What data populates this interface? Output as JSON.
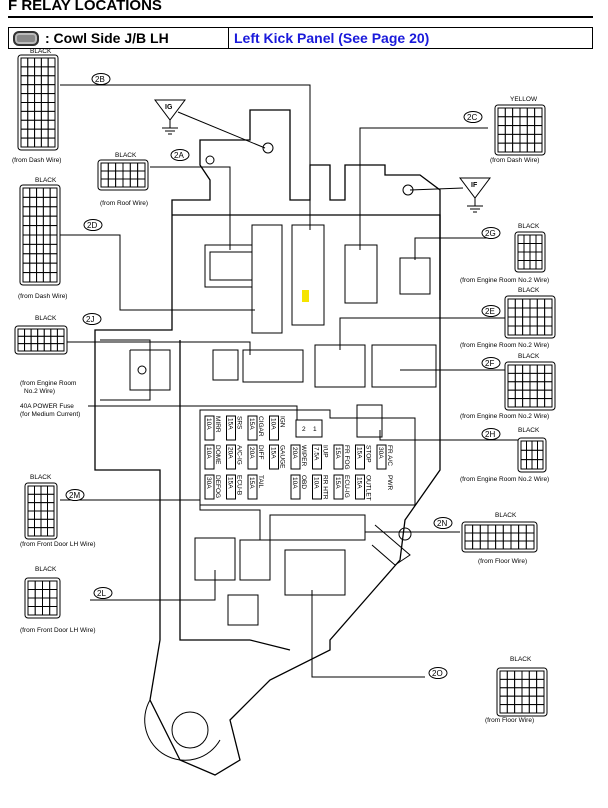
{
  "page": {
    "title": "F  RELAY LOCATIONS"
  },
  "header": {
    "location_name": ": Cowl Side J/B LH",
    "location_link": "Left Kick Panel (See Page 20)",
    "icon": "junction-block-icon",
    "link_color": "#1a1adb"
  },
  "grounds": {
    "ig": "IG",
    "if": "IF"
  },
  "connectors": {
    "c2B": {
      "id": "2B",
      "color": "BLACK",
      "from": "(from Dash Wire)"
    },
    "c2A": {
      "id": "2A",
      "color": "BLACK",
      "from": "(from Roof Wire)"
    },
    "c2C": {
      "id": "2C",
      "color": "YELLOW",
      "from": "(from Dash Wire)"
    },
    "c2D": {
      "id": "2D",
      "color": "BLACK",
      "from": "(from Dash Wire)"
    },
    "c2G": {
      "id": "2G",
      "color": "BLACK",
      "from": "(from Engine Room No.2 Wire)"
    },
    "c2E": {
      "id": "2E",
      "color": "BLACK",
      "from": "(from Engine Room No.2 Wire)"
    },
    "c2J": {
      "id": "2J",
      "color": "BLACK",
      "from1": "(from Engine Room",
      "from2": "No.2 Wire)"
    },
    "c2F": {
      "id": "2F",
      "color": "BLACK",
      "from": "(from Engine Room No.2 Wire)"
    },
    "c2H": {
      "id": "2H",
      "color": "BLACK",
      "from": "(from Engine Room No.2 Wire)"
    },
    "c2M": {
      "id": "2M",
      "color": "BLACK",
      "from": "(from Front Door LH Wire)"
    },
    "c2N": {
      "id": "2N",
      "color": "BLACK",
      "from": "(from Floor Wire)"
    },
    "c2L": {
      "id": "2L",
      "color": "BLACK",
      "from": "(from Front Door LH Wire)"
    },
    "c2O": {
      "id": "2O",
      "color": "BLACK",
      "from": "(from Floor Wire)"
    }
  },
  "power_fuse": {
    "line1": "40A POWER Fuse",
    "line2": "(for Medium Current)"
  },
  "relay": {
    "pin2": "2",
    "pin1": "1"
  },
  "fuses": {
    "top": [
      {
        "amp": "10A",
        "name": "MIRR"
      },
      {
        "amp": "15A",
        "name": "SRS"
      },
      {
        "amp": "15A",
        "name": "CIGAR"
      },
      {
        "amp": "10A",
        "name": "IGN"
      }
    ],
    "middle": [
      {
        "amp": "10A",
        "name": "DOME"
      },
      {
        "amp": "20A",
        "name": "A/C-IG"
      },
      {
        "amp": "20A",
        "name": "DIFF"
      },
      {
        "amp": "15A",
        "name": "GAUGE"
      },
      {
        "amp": "20A",
        "name": "WIPER"
      },
      {
        "amp": "7.5A",
        "name": "I/UP"
      },
      {
        "amp": "15A",
        "name": "FR FOG"
      },
      {
        "amp": "15A",
        "name": "STOP"
      },
      {
        "amp": "30A",
        "name": "FR A/C"
      }
    ],
    "bottom": [
      {
        "amp": "30A",
        "name": "DEFOG"
      },
      {
        "amp": "15A",
        "name": "ECU-B"
      },
      {
        "amp": "15A",
        "name": "TAIL"
      },
      {
        "amp": "",
        "name": ""
      },
      {
        "amp": "10A",
        "name": "OBD"
      },
      {
        "amp": "10A",
        "name": "RR HTR"
      },
      {
        "amp": "15A",
        "name": "ECU-IG"
      },
      {
        "amp": "15A",
        "name": "OUTLET"
      },
      {
        "amp": "",
        "name": "PWR"
      }
    ]
  },
  "highlight_color": "#f5e400"
}
